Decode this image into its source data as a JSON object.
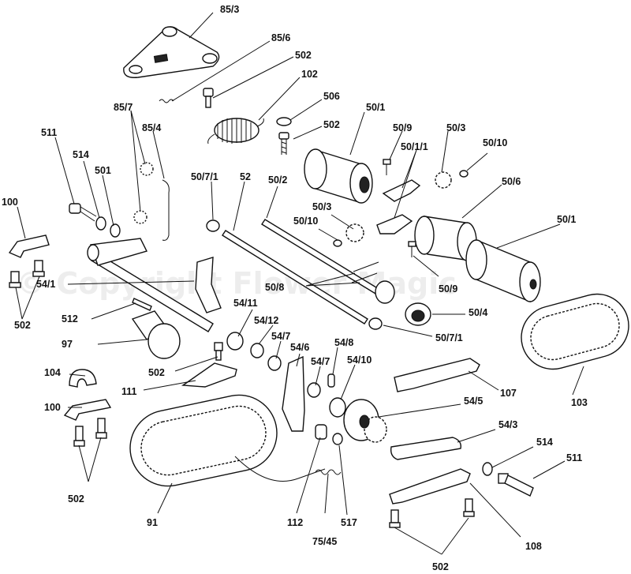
{
  "watermark": "© Copyright Flower Magic",
  "labels": {
    "l85_3": "85/3",
    "l85_6": "85/6",
    "l502a": "502",
    "l102": "102",
    "l506": "506",
    "l502b": "502",
    "l50_1a": "50/1",
    "l50_9a": "50/9",
    "l50_1_1": "50/1/1",
    "l50_3a": "50/3",
    "l50_10a": "50/10",
    "l85_7": "85/7",
    "l85_4": "85/4",
    "l511a": "511",
    "l514a": "514",
    "l501": "501",
    "l100a": "100",
    "l50_7_1a": "50/7/1",
    "l52": "52",
    "l50_2": "50/2",
    "l50_6": "50/6",
    "l50_3b": "50/3",
    "l50_10b": "50/10",
    "l50_1b": "50/1",
    "l54_1": "54/1",
    "l502c": "502",
    "l50_8": "50/8",
    "l50_9b": "50/9",
    "l512": "512",
    "l54_11": "54/11",
    "l50_4": "50/4",
    "l54_12": "54/12",
    "l97": "97",
    "l50_7_1b": "50/7/1",
    "l54_7a": "54/7",
    "l54_6": "54/6",
    "l54_8": "54/8",
    "l502d": "502",
    "l54_7b": "54/7",
    "l54_10": "54/10",
    "l104": "104",
    "l111": "111",
    "l107": "107",
    "l103": "103",
    "l100b": "100",
    "l54_5": "54/5",
    "l54_3": "54/3",
    "l514b": "514",
    "l511b": "511",
    "l502e": "502",
    "l112": "112",
    "l75_45": "75/45",
    "l517": "517",
    "l108": "108",
    "l91": "91",
    "l502f": "502"
  }
}
